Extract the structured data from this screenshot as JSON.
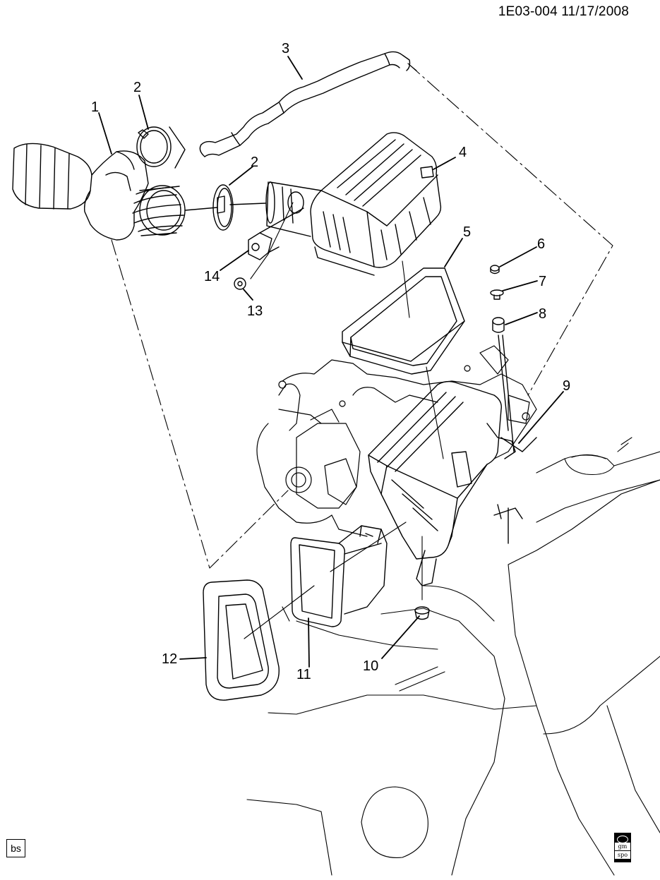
{
  "header": {
    "code": "1E03-004  11/17/2008"
  },
  "callouts": [
    {
      "id": "c1",
      "label": "1"
    },
    {
      "id": "c2a",
      "label": "2"
    },
    {
      "id": "c2b",
      "label": "2"
    },
    {
      "id": "c3",
      "label": "3"
    },
    {
      "id": "c4",
      "label": "4"
    },
    {
      "id": "c5",
      "label": "5"
    },
    {
      "id": "c6",
      "label": "6"
    },
    {
      "id": "c7",
      "label": "7"
    },
    {
      "id": "c8",
      "label": "8"
    },
    {
      "id": "c9",
      "label": "9"
    },
    {
      "id": "c10",
      "label": "10"
    },
    {
      "id": "c11",
      "label": "11"
    },
    {
      "id": "c12",
      "label": "12"
    },
    {
      "id": "c13",
      "label": "13"
    },
    {
      "id": "c14",
      "label": "14"
    }
  ],
  "footer": {
    "bs_label": "bs",
    "logo_text": "gm spo"
  },
  "colors": {
    "line": "#000000",
    "background": "#ffffff"
  }
}
